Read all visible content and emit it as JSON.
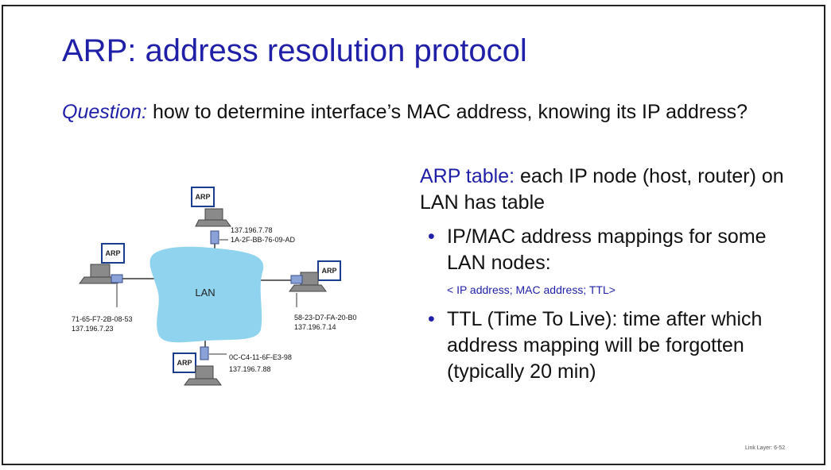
{
  "title": "ARP: address resolution protocol",
  "question": {
    "label": "Question:",
    "text": " how to determine interface’s MAC address, knowing its IP address?"
  },
  "arp_table": {
    "label": "ARP table:",
    "text": " each IP node (host, router) on LAN has table",
    "bullets": [
      "IP/MAC address mappings for some LAN nodes:",
      "TTL (Time To Live): time after which address mapping will be forgotten (typically 20 min)"
    ],
    "mapping_format": "< IP address; MAC address; TTL>"
  },
  "diagram": {
    "lan_label": "LAN",
    "arp_label": "ARP",
    "hosts": [
      {
        "ip": "137.196.7.78",
        "mac": "1A-2F-BB-76-09-AD"
      },
      {
        "ip": "137.196.7.23",
        "mac": "71-65-F7-2B-08-53"
      },
      {
        "ip": "137.196.7.14",
        "mac": "58-23-D7-FA-20-B0"
      },
      {
        "ip": "137.196.7.88",
        "mac": "0C-C4-11-6F-E3-98"
      }
    ]
  },
  "footer": "Link Layer: 6-52",
  "colors": {
    "accent": "#1f1fa8",
    "lan": "#8fd3ee"
  }
}
